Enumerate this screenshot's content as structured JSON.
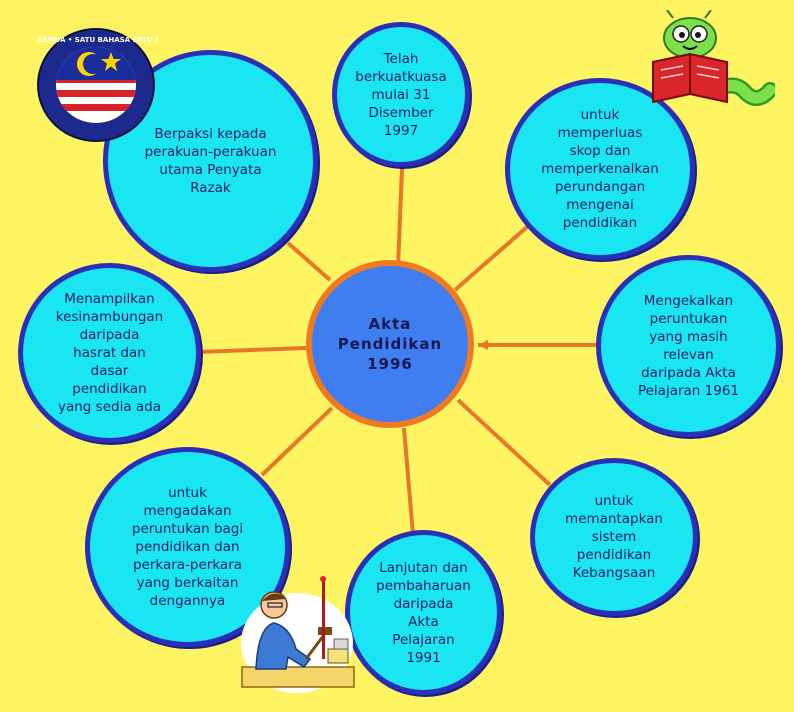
{
  "center": {
    "title": "Akta\nPendidikan\n1996"
  },
  "nodes": [
    {
      "id": "n1",
      "text": "Telah\nberkuatkuasa\nmulai 31\nDisember\n1997"
    },
    {
      "id": "n2",
      "text": "untuk\nmemperluas\nskop dan\nmemperkenalkan\nperundangan\nmengenai\npendidikan"
    },
    {
      "id": "n3",
      "text": "Mengekalkan\nperuntukan\nyang masih\nrelevan\ndaripada Akta\nPelajaran 1961"
    },
    {
      "id": "n4",
      "text": "untuk\nmemantapkan\nsistem\npendidikan\nKebangsaan"
    },
    {
      "id": "n5",
      "text": "Lanjutan dan\npembaharuan\ndaripada\nAkta\nPelajaran\n1991"
    },
    {
      "id": "n6",
      "text": "untuk\nmengadakan\nperuntukan bagi\npendidikan dan\nperkara-perkara\nyang berkaitan\ndengannya"
    },
    {
      "id": "n7",
      "text": "Menampilkan\nkesinambungan\ndaripada\nhasrat dan\ndasar\npendidikan\nyang sedia ada"
    },
    {
      "id": "n8",
      "text": "Berpaksi kepada\nperakuan-perakuan\nutama Penyata\nRazak"
    }
  ],
  "logo": {
    "ring_text": "SATU SEKOLAH UNTUK SEMUA • SATU BAHASA SATU BANGSA SATU NEGARA"
  },
  "colors": {
    "background": "#FFF462",
    "bubble": "#19E6F2",
    "border": "#2A2FB8",
    "center": "#3E7EF0",
    "connector": "#E8772A"
  },
  "icons": {
    "top_right": "bookworm-reading-icon",
    "bottom_left": "teacher-at-desk-icon",
    "top_left": "malaysia-school-logo"
  }
}
